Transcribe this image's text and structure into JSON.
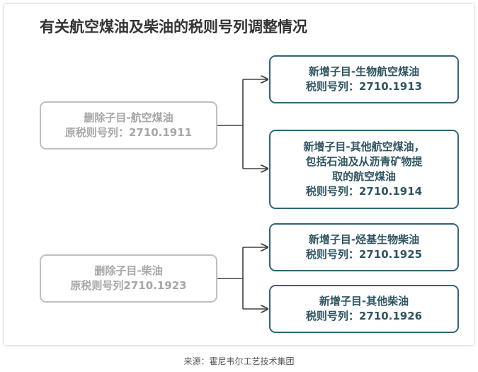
{
  "title": "有关航空煤油及柴油的税则号列调整情况",
  "groups": [
    {
      "source": {
        "line1": "删除子目-航空煤油",
        "line2": "原税则号列：2710.1911"
      },
      "targets": [
        {
          "lines": [
            "新增子目-生物航空煤油",
            "税则号列：2710.1913"
          ]
        },
        {
          "lines": [
            "新增子目-其他航空煤油，",
            "包括石油及从沥青矿物提",
            "取的航空煤油",
            "税则号列：2710.1914"
          ]
        }
      ]
    },
    {
      "source": {
        "line1": "删除子目-柴油",
        "line2": "原税则号列2710.1923"
      },
      "targets": [
        {
          "lines": [
            "新增子目-烃基生物柴油",
            "税则号列：2710.1925"
          ]
        },
        {
          "lines": [
            "新增子目-其他柴油",
            "税则号列：2710.1926"
          ]
        }
      ]
    }
  ],
  "source_note": "来源：霍尼韦尔工艺技术集团",
  "colors": {
    "removed": "#bfbfbf",
    "added": "#2f6578",
    "connector": "#404040"
  }
}
